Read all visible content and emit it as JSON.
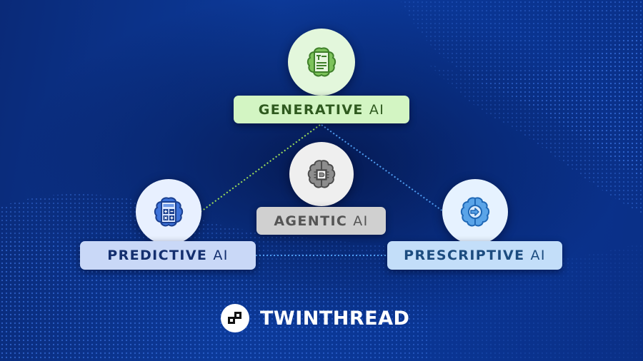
{
  "nodes": {
    "generative": {
      "bold": "GENERATIVE",
      "light": "AI",
      "icon": "brain-document-icon",
      "colors": {
        "circle": "#e3f7dc",
        "box": "#d3f5c3",
        "text": "#2f5a1f",
        "icon": "#6aae4a",
        "icon_dark": "#3f7f2a"
      }
    },
    "agentic": {
      "bold": "AGENTIC",
      "light": "AI",
      "icon": "brain-chip-icon",
      "colors": {
        "circle": "#efefef",
        "box": "#d0d0d0",
        "text": "#555555",
        "icon": "#8a8a8a",
        "icon_dark": "#4a4a4a"
      }
    },
    "predictive": {
      "bold": "PREDICTIVE",
      "light": "AI",
      "icon": "brain-calculator-icon",
      "colors": {
        "circle": "#e8f0ff",
        "box": "#c9d8f7",
        "text": "#142f6f",
        "icon": "#3d72d9",
        "icon_dark": "#1a3f8f"
      }
    },
    "prescriptive": {
      "bold": "PRESCRIPTIVE",
      "light": "AI",
      "icon": "brain-arrow-icon",
      "colors": {
        "circle": "#e6f2ff",
        "box": "#c3def9",
        "text": "#1c4c7f",
        "icon": "#5aa4e8",
        "icon_dark": "#1f68b6"
      }
    }
  },
  "connectors": [
    {
      "from": "generative",
      "to": "predictive",
      "color": "#9fe05a",
      "style": "dotted"
    },
    {
      "from": "generative",
      "to": "prescriptive",
      "color": "#4f9cf0",
      "style": "dotted"
    },
    {
      "from": "predictive",
      "to": "prescriptive",
      "color": "#4f9cf0",
      "style": "dotted"
    }
  ],
  "brand": {
    "name": "TWINTHREAD",
    "logo_icon": "twinthread-logo-icon"
  },
  "background": {
    "base": "#0b3592",
    "dark": "#051a55"
  }
}
